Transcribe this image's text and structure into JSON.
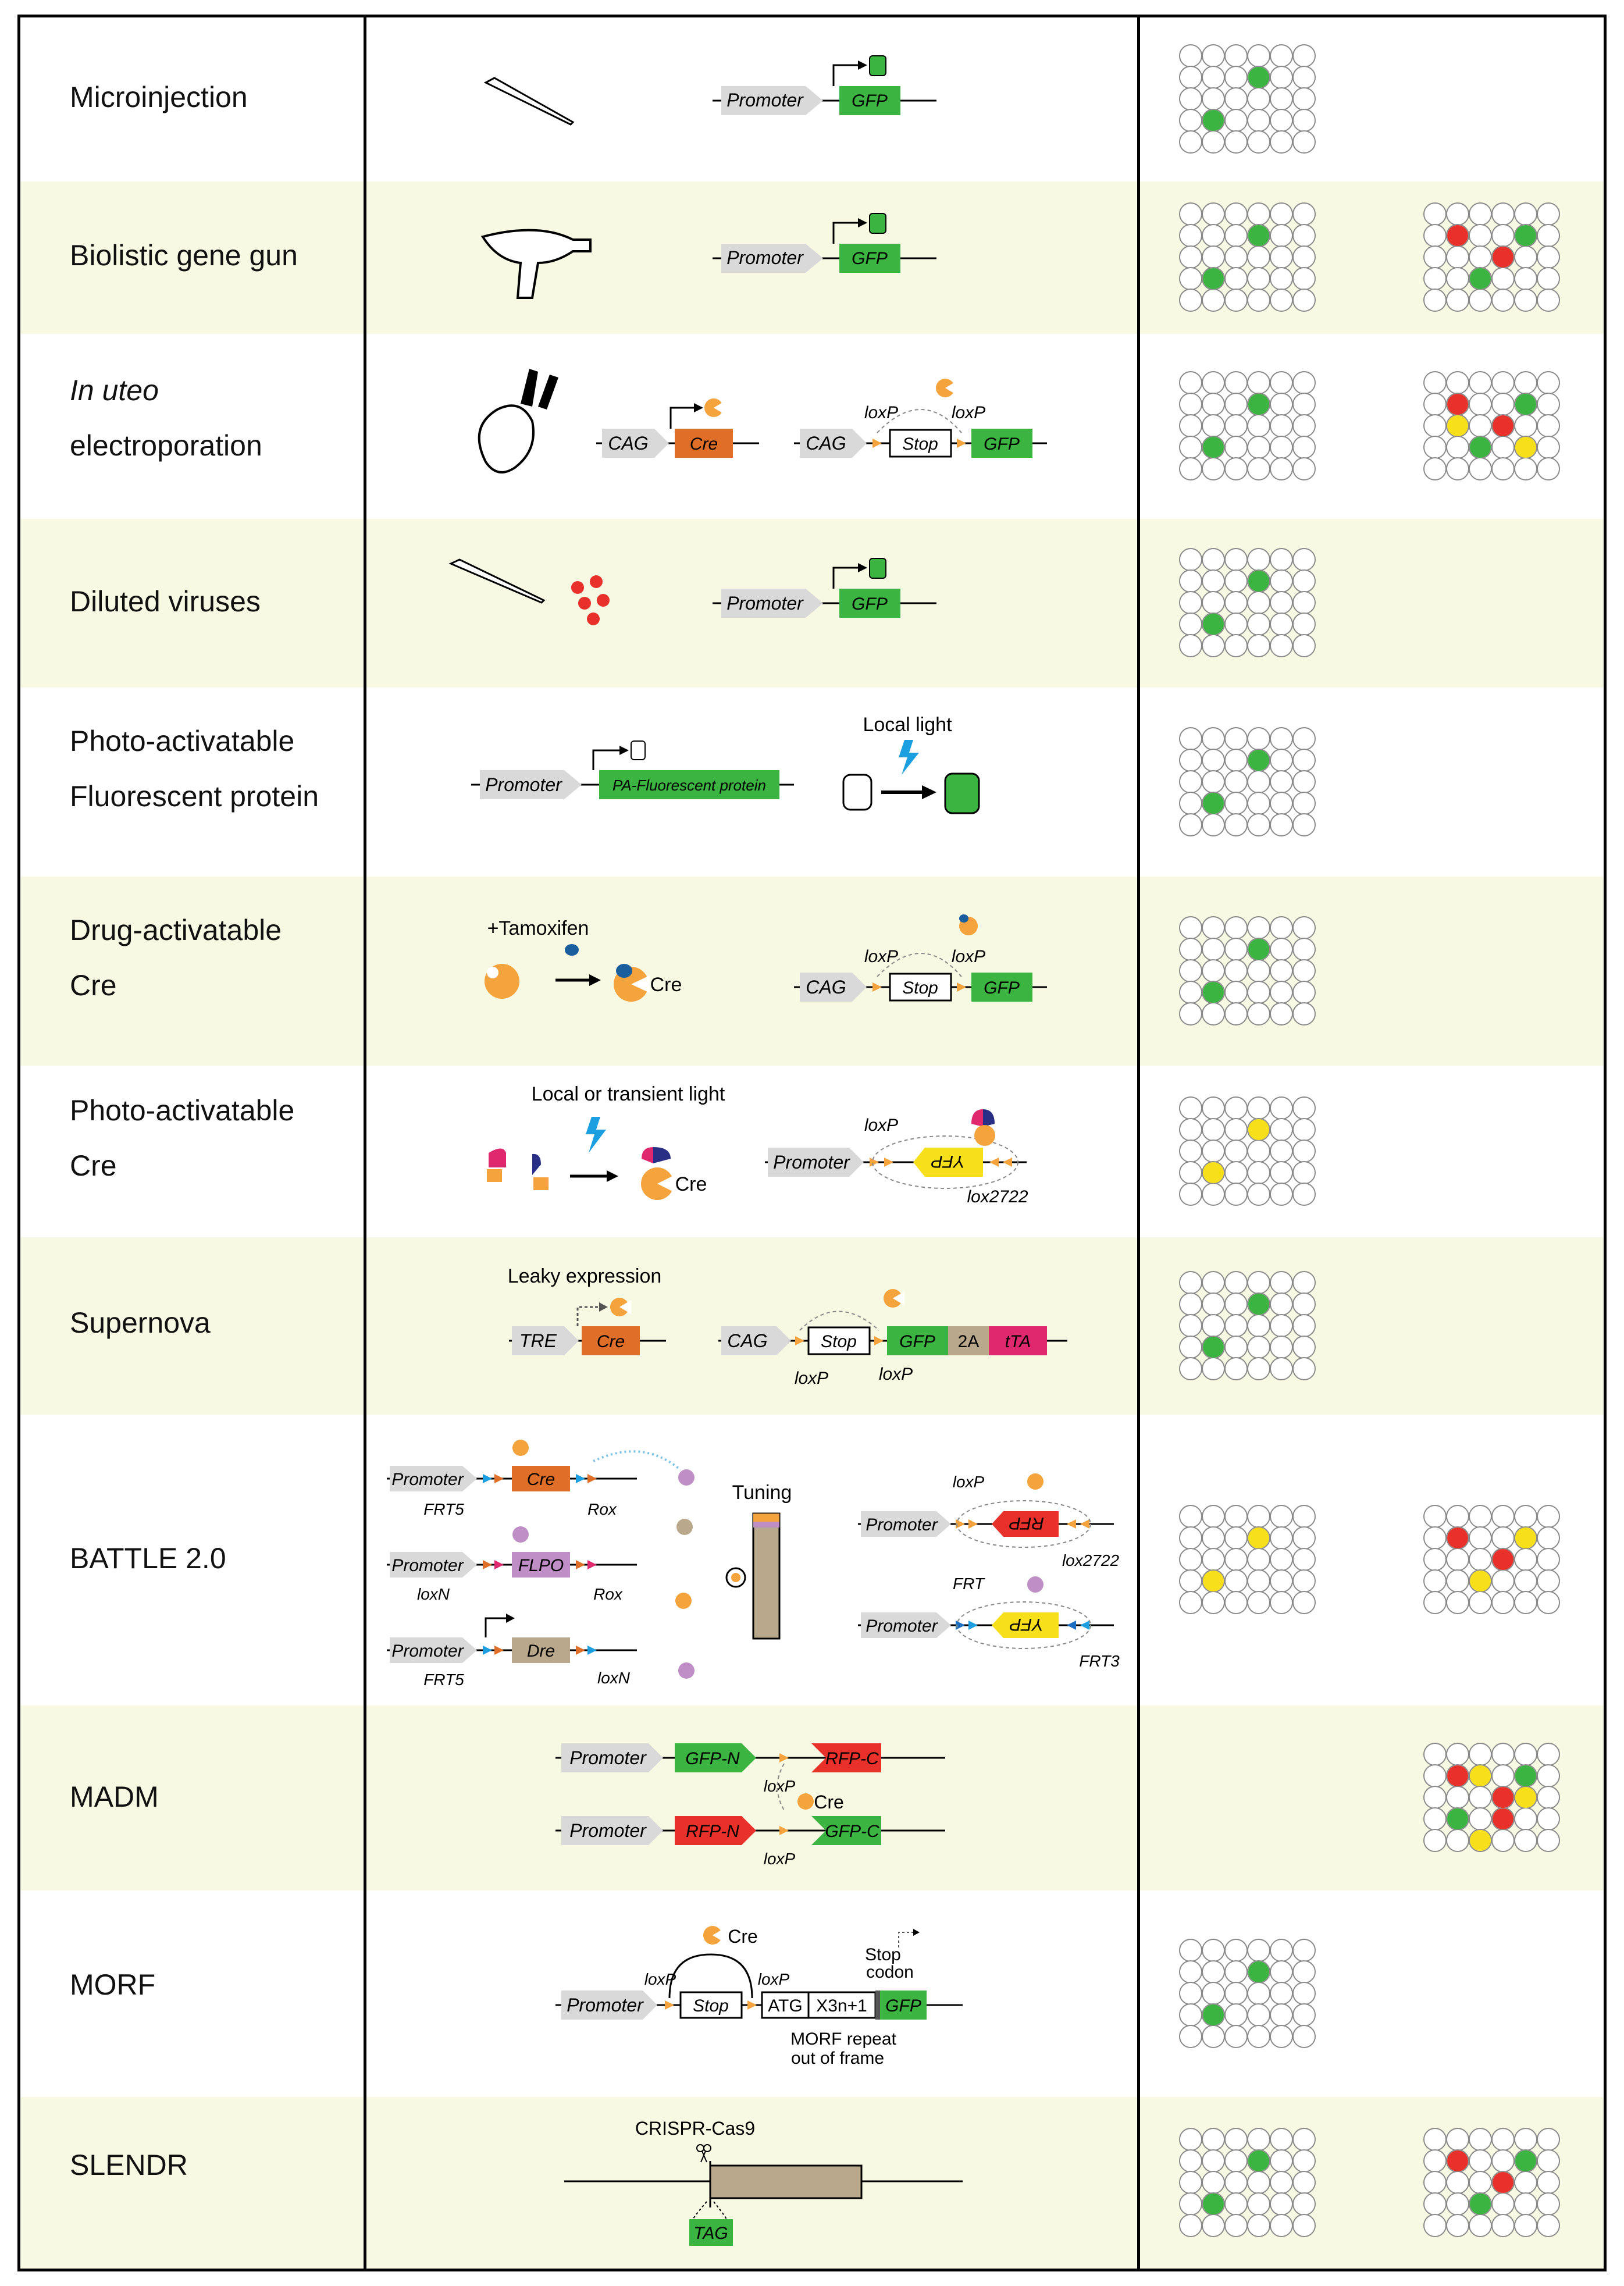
{
  "rows": [
    {
      "method": [
        "Microinjection"
      ],
      "labels": {
        "promoter": "Promoter",
        "gfp": "GFP"
      }
    },
    {
      "method": [
        "Biolistic gene gun"
      ],
      "labels": {
        "promoter": "Promoter",
        "gfp": "GFP"
      }
    },
    {
      "method": [
        "In uteo",
        "electroporation"
      ],
      "method_italic": [
        true,
        false
      ],
      "labels": {
        "cag": "CAG",
        "cre": "Cre",
        "cag2": "CAG",
        "stop": "Stop",
        "gfp": "GFP",
        "loxp1": "loxP",
        "loxp2": "loxP"
      }
    },
    {
      "method": [
        "Diluted viruses"
      ],
      "labels": {
        "promoter": "Promoter",
        "gfp": "GFP"
      }
    },
    {
      "method": [
        "Photo-activatable",
        "Fluorescent protein"
      ],
      "labels": {
        "promoter": "Promoter",
        "pa": "PA-Fluorescent protein",
        "light": "Local light"
      }
    },
    {
      "method": [
        "Drug-activatable",
        "Cre"
      ],
      "labels": {
        "tamoxifen": "+Tamoxifen",
        "cre": "Cre",
        "cag": "CAG",
        "stop": "Stop",
        "gfp": "GFP",
        "loxp1": "loxP",
        "loxp2": "loxP"
      }
    },
    {
      "method": [
        "Photo-activatable",
        "Cre"
      ],
      "labels": {
        "light": "Local or transient light",
        "cre": "Cre",
        "promoter": "Promoter",
        "yfp": "YFP",
        "loxp": "loxP",
        "lox2722": "lox2722"
      }
    },
    {
      "method": [
        "Supernova"
      ],
      "labels": {
        "leaky": "Leaky expression",
        "tre": "TRE",
        "cre": "Cre",
        "cag": "CAG",
        "stop": "Stop",
        "gfp": "GFP",
        "t2a": "2A",
        "tta": "tTA",
        "loxp1": "loxP",
        "loxp2": "loxP"
      }
    },
    {
      "method": [
        "BATTLE 2.0"
      ],
      "labels": {
        "promoter": "Promoter",
        "cre": "Cre",
        "flpo": "FLPO",
        "dre": "Dre",
        "frt5": "FRT5",
        "rox": "Rox",
        "loxn": "loxN",
        "tuning": "Tuning",
        "rfp": "RFP",
        "yfp": "YFP",
        "loxp": "loxP",
        "lox2722": "lox2722",
        "frt": "FRT",
        "frt3": "FRT3"
      }
    },
    {
      "method": [
        "MADM"
      ],
      "labels": {
        "promoter": "Promoter",
        "gfpn": "GFP-N",
        "rfpc": "RFP-C",
        "rfpn": "RFP-N",
        "gfpc": "GFP-C",
        "loxp": "loxP",
        "cre": "Cre"
      }
    },
    {
      "method": [
        "MORF"
      ],
      "labels": {
        "cre": "Cre",
        "promoter": "Promoter",
        "stop": "Stop",
        "atg": "ATG",
        "x3n": "X3n+1",
        "gfp": "GFP",
        "loxp": "loxP",
        "stopcodon1": "Stop",
        "stopcodon2": "codon",
        "repeat1": "MORF repeat",
        "repeat2": "out of frame"
      }
    },
    {
      "method": [
        "SLENDR"
      ],
      "labels": {
        "crispr": "CRISPR-Cas9",
        "tag": "TAG"
      }
    }
  ],
  "colors": {
    "green": "#3cb441",
    "red": "#e8312a",
    "yellow": "#f7e01a",
    "orange": "#f5a33c",
    "tint": "#f7f9e3",
    "gray": "#d9d9d9",
    "cre_box": "#df6f28",
    "tan": "#b9a88b",
    "magenta": "#e0286e",
    "lilac": "#c08ec6",
    "blue": "#1c9fe0"
  },
  "cell_grids": [
    [
      [
        {
          "c": "green"
        },
        {
          "c": "green"
        }
      ],
      []
    ],
    [
      [
        {
          "c": "green"
        },
        {
          "c": "green"
        }
      ],
      [
        {
          "c": "red"
        },
        {
          "c": "green"
        },
        {
          "c": "red"
        },
        {
          "c": "green"
        }
      ]
    ],
    [
      [
        {
          "c": "green"
        },
        {
          "c": "green"
        }
      ],
      [
        {
          "c": "red"
        },
        {
          "c": "green"
        },
        {
          "c": "yellow"
        },
        {
          "c": "red"
        },
        {
          "c": "green"
        },
        {
          "c": "yellow"
        }
      ]
    ],
    [
      [
        {
          "c": "green"
        },
        {
          "c": "green"
        }
      ],
      []
    ],
    [
      [
        {
          "c": "green"
        },
        {
          "c": "green"
        }
      ],
      []
    ],
    [
      [
        {
          "c": "green"
        },
        {
          "c": "green"
        }
      ],
      []
    ],
    [
      [
        {
          "c": "yellow"
        },
        {
          "c": "yellow"
        }
      ],
      []
    ],
    [
      [
        {
          "c": "green"
        },
        {
          "c": "green"
        }
      ],
      []
    ],
    [
      [
        {
          "c": "yellow"
        },
        {
          "c": "yellow"
        }
      ],
      [
        {
          "c": "red"
        },
        {
          "c": "yellow"
        },
        {
          "c": "red"
        },
        {
          "c": "yellow"
        }
      ]
    ],
    [
      [],
      [
        {
          "c": "red"
        },
        {
          "c": "yellow"
        },
        {
          "c": "green"
        },
        {
          "c": "red"
        },
        {
          "c": "yellow"
        },
        {
          "c": "green"
        },
        {
          "c": "red"
        },
        {
          "c": "yellow"
        }
      ]
    ],
    [
      [
        {
          "c": "green"
        },
        {
          "c": "green"
        }
      ],
      []
    ],
    [
      [
        {
          "c": "green"
        },
        {
          "c": "green"
        }
      ],
      [
        {
          "c": "red"
        },
        {
          "c": "green"
        },
        {
          "c": "red"
        },
        {
          "c": "green"
        }
      ]
    ]
  ]
}
